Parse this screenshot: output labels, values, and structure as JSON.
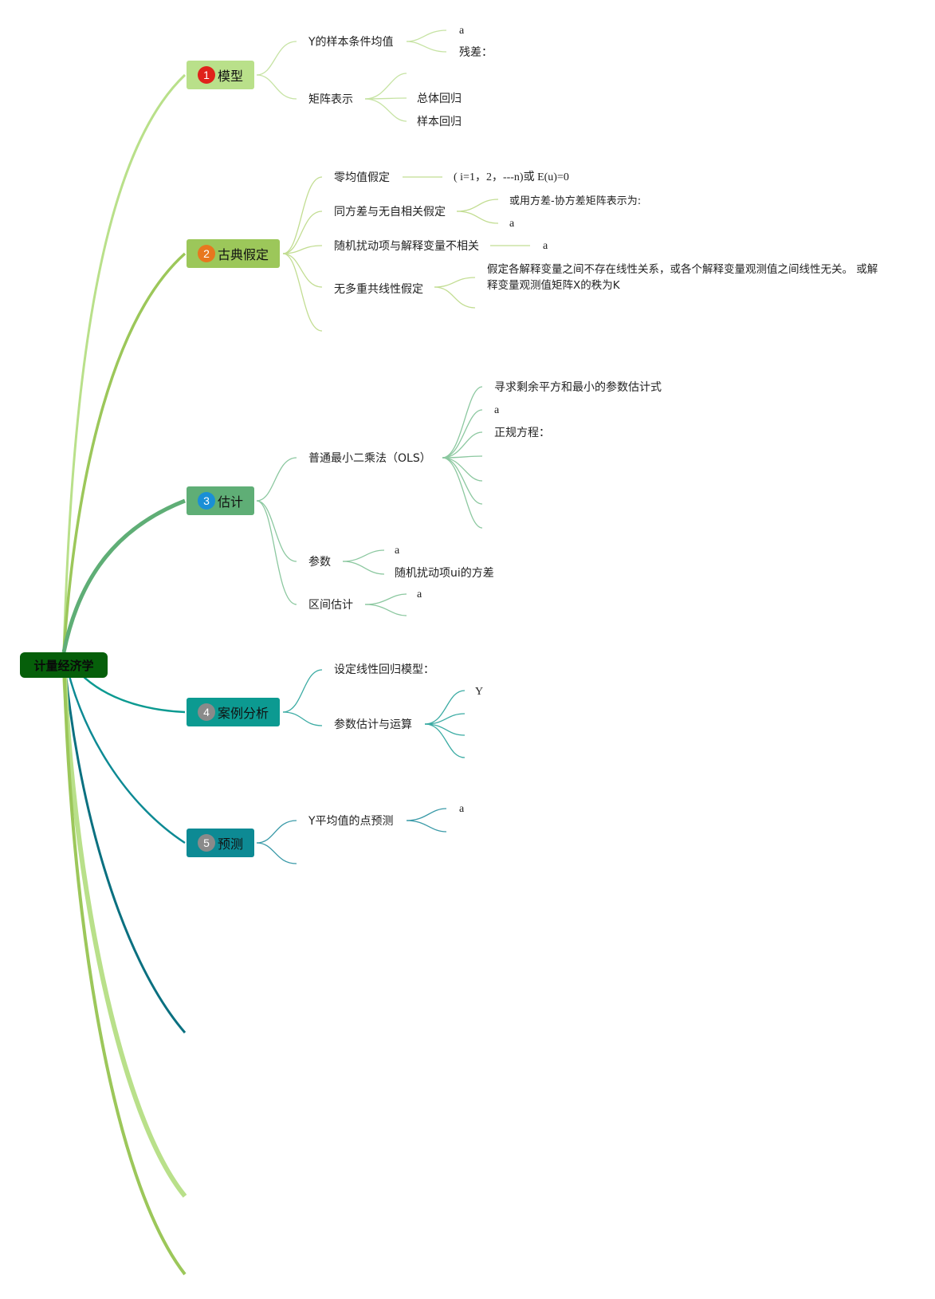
{
  "root": {
    "label": "计量经济学"
  },
  "colors": {
    "t1": "#b9e08a",
    "t2": "#9cc75a",
    "t3": "#5fae76",
    "t4": "#0c9a91",
    "t5": "#0d8a94",
    "b1": "#e0221a",
    "b2": "#e8771e",
    "b3": "#1a8fd6",
    "b4": "#8a8a8a",
    "b5": "#8a8a8a"
  },
  "topics": [
    {
      "num": "1",
      "label": "模型"
    },
    {
      "num": "2",
      "label": "古典假定"
    },
    {
      "num": "3",
      "label": "估计"
    },
    {
      "num": "4",
      "label": "案例分析"
    },
    {
      "num": "5",
      "label": "预测"
    }
  ],
  "model": {
    "cond_mean": "Y的样本条件均值",
    "cond_a": "a",
    "residual": "残差：",
    "matrix": "矩阵表示",
    "matrix_glyph": "",
    "pop_reg": "总体回归",
    "sample_reg": "样本回归"
  },
  "assumptions": {
    "zero_mean": "零均值假定",
    "zero_mean_eq": "( i=1，2，---n)或 E(u)=0",
    "homo": "同方差与无自相关假定",
    "homo_cov": "或用方差-协方差矩阵表示为: ",
    "homo_a": "a",
    "indep": "随机扰动项与解释变量不相关",
    "indep_a": "a",
    "no_multi": "无多重共线性假定",
    "no_multi_text": "假定各解释变量之间不存在线性关系，或各个解释变量观测值之间线性无关。 或解释变量观测值矩阵X的秩为K"
  },
  "estimation": {
    "ols": "普通最小二乘法（OLS）",
    "ols_min": "寻求剩余平方和最小的参数估计式",
    "ols_a": "a",
    "normal_eq": "正规方程：",
    "params": "参数",
    "params_a": "a",
    "params_var": "随机扰动项ui的方差",
    "interval": "区间估计",
    "interval_a": "a"
  },
  "case": {
    "setup": "设定线性回归模型：",
    "calc": "参数估计与运算",
    "calc_y": "Y"
  },
  "forecast": {
    "point": "Y平均值的点预测",
    "point_a": "a"
  }
}
